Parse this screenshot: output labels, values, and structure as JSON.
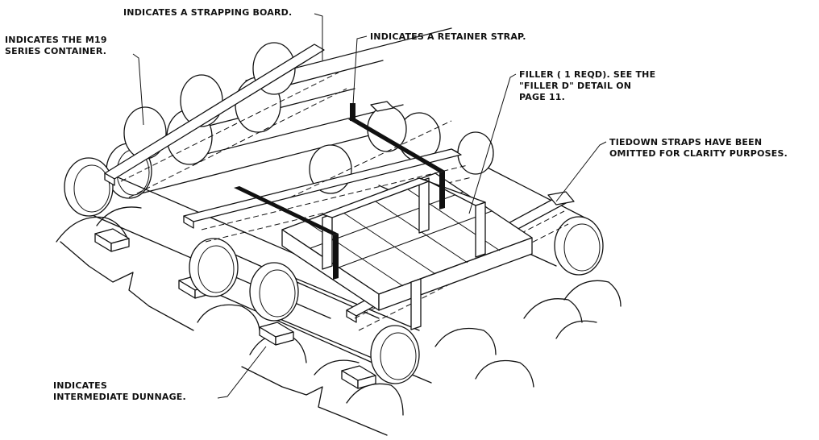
{
  "labels": {
    "strapping_board": "INDICATES A STRAPPING BOARD.",
    "container": [
      "INDICATES THE M19",
      "SERIES CONTAINER."
    ],
    "retainer_strap": "INDICATES A RETAINER STRAP.",
    "filler": [
      "FILLER ( 1 REQD).  SEE THE",
      "\"FILLER D\" DETAIL ON",
      "PAGE 11."
    ],
    "tiedown": [
      "TIEDOWN STRAPS HAVE BEEN",
      "OMITTED FOR CLARITY PURPOSES."
    ],
    "dunnage": [
      "INDICATES",
      "INTERMEDIATE DUNNAGE."
    ]
  }
}
